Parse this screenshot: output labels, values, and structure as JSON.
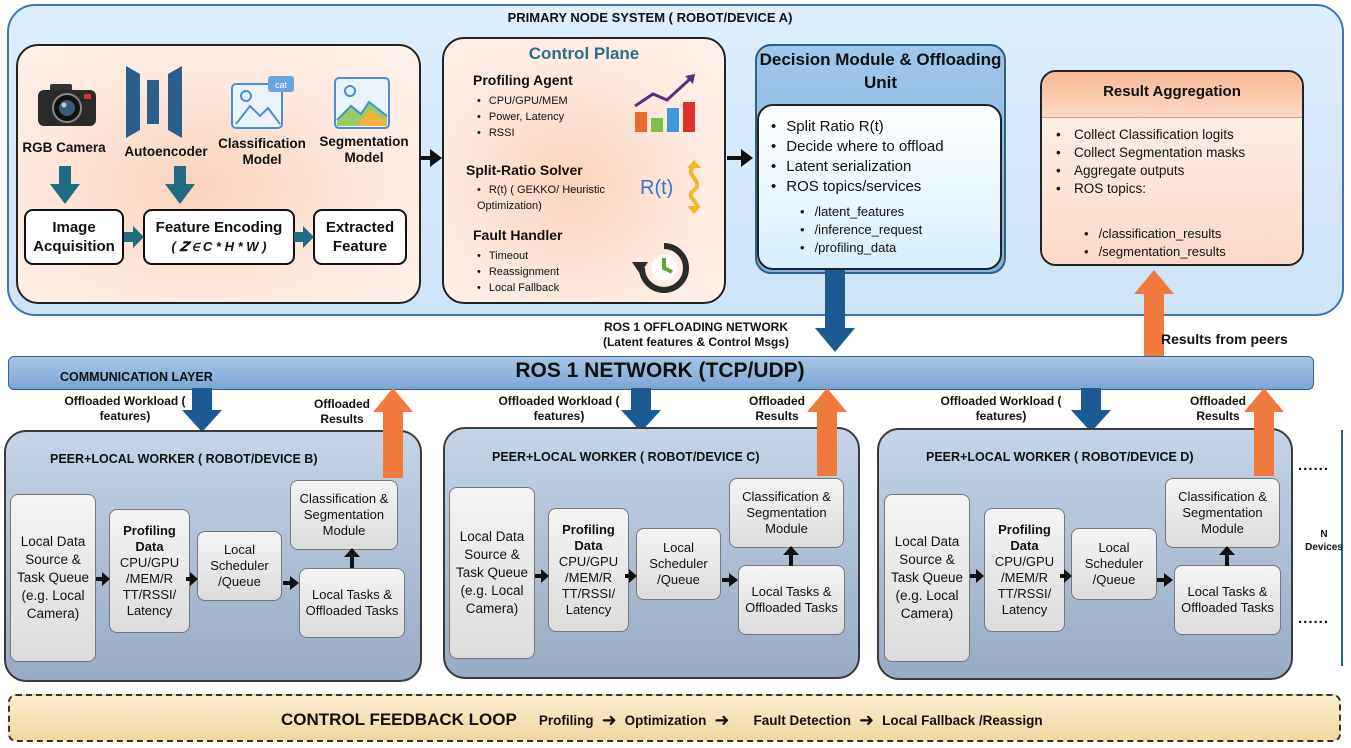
{
  "primary_title": "PRIMARY NODE SYSTEM ( ROBOT/DEVICE A)",
  "input_panel": {
    "rgb_camera": "RGB Camera",
    "autoencoder": "Autoencoder",
    "classification_model": "Classification Model",
    "segmentation_model": "Segmentation Model",
    "cat_tag": "cat",
    "image_acquisition": "Image Acquisition",
    "feature_encoding": "Feature Encoding",
    "feature_formula": "( 𝒁 ∈ C * H * W )",
    "extracted_feature": "Extracted Feature"
  },
  "control_plane": {
    "title": "Control Plane",
    "profiling_title": "Profiling Agent",
    "profiling_items": [
      "CPU/GPU/MEM",
      "Power, Latency",
      "RSSI"
    ],
    "solver_title": "Split-Ratio Solver",
    "solver_items": [
      "R(t) ( GEKKO/ Heuristic Optimization)"
    ],
    "solver_symbol": "R(t)",
    "fault_title": "Fault Handler",
    "fault_items": [
      "Timeout",
      "Reassignment",
      "Local Fallback"
    ]
  },
  "decision": {
    "title": "Decision Module & Offloading Unit",
    "items": [
      "Split Ratio R(t)",
      "Decide where to offload",
      "Latent serialization",
      "ROS topics/services"
    ],
    "topics": [
      "/latent_features",
      "/inference_request",
      "/profiling_data"
    ]
  },
  "aggregation": {
    "title": "Result Aggregation",
    "items": [
      "Collect Classification logits",
      "Collect Segmentation masks",
      "Aggregate outputs",
      "ROS topics:"
    ],
    "topics": [
      "/classification_results",
      "/segmentation_results"
    ]
  },
  "network": {
    "offload_label": "ROS 1 OFFLOADING NETWORK",
    "offload_sub": "(Latent features & Control Msgs)",
    "results_from_peers": "Results from peers",
    "comm_layer": "COMMUNICATION LAYER",
    "bar_title": "ROS 1  NETWORK (TCP/UDP)"
  },
  "offloaded_workload": "Offloaded Workload ( features)",
  "offloaded_results": "Offloaded Results",
  "peers": [
    {
      "title": "PEER+LOCAL WORKER ( ROBOT/DEVICE B)"
    },
    {
      "title": "PEER+LOCAL WORKER ( ROBOT/DEVICE C)"
    },
    {
      "title": "PEER+LOCAL WORKER ( ROBOT/DEVICE D)"
    }
  ],
  "peer_boxes": {
    "local_data": "Local Data Source & Task Queue (e.g. Local Camera)",
    "profiling_title": "Profiling Data",
    "profiling_body": "CPU/GPU /MEM/R TT/RSSI/ Latency",
    "scheduler": "Local Scheduler /Queue",
    "class_seg": "Classification & Segmentation Module",
    "local_tasks": "Local Tasks & Offloaded Tasks"
  },
  "n_devices": "N Devices",
  "feedback": {
    "title": "CONTROL FEEDBACK LOOP",
    "steps": [
      "Profiling",
      "Optimization",
      "Fault Detection",
      "Local Fallback /Reassign"
    ]
  },
  "colors": {
    "blue_arrow": "#1b5a93",
    "orange_arrow": "#f07a3e",
    "teal_arrow": "#1f6b80"
  }
}
